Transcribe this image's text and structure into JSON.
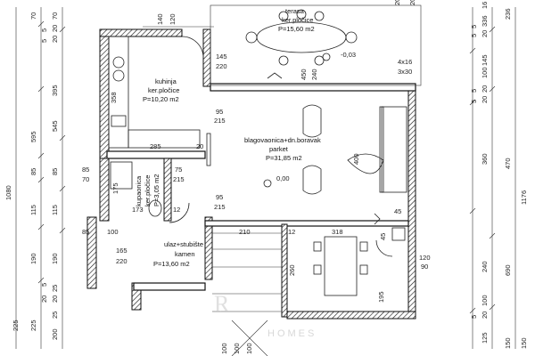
{
  "rooms": {
    "terasa": {
      "name": "terasa",
      "floor": "ker.pločice",
      "area": "P=15,60 m2"
    },
    "kuhinja": {
      "name": "kuhinja",
      "floor": "ker.pločice",
      "area": "P=10,20 m2"
    },
    "boravak": {
      "name": "blagovaonica+dn.boravak",
      "floor": "parket",
      "area": "P=31,85 m2"
    },
    "kupaonica": {
      "name": "kupaonica",
      "floor": "ker.pločice",
      "area": "P=3,05 m2"
    },
    "ulaz": {
      "name": "ulaz+stubište",
      "floor": "kamen",
      "area": "P=13,60 m2"
    }
  },
  "levels": {
    "terrace": "-0,03",
    "main": "0,00"
  },
  "left_outer": [
    "1080"
  ],
  "left_mid": [
    "595",
    "85",
    "115",
    "190",
    "225",
    "225"
  ],
  "left_inner": [
    "395",
    "545",
    "85",
    "115",
    "190",
    "25",
    "5",
    "20",
    "20",
    "25",
    "200"
  ],
  "left_top": [
    "70",
    "70",
    "20",
    "5",
    "20",
    "5"
  ],
  "top_marks": [
    "140",
    "120",
    "20",
    "20"
  ],
  "right_outer": [
    "1176"
  ],
  "right_mid": [
    "236",
    "470",
    "690",
    "150"
  ],
  "right_inner": [
    "16",
    "20",
    "5",
    "5",
    "336",
    "145",
    "100",
    "20",
    "5",
    "20",
    "5",
    "360",
    "240",
    "100",
    "125",
    "5",
    "20",
    "150"
  ],
  "inner_dims": {
    "k_w": "145",
    "k_h": "220",
    "t_w": "450",
    "t_h": "240",
    "k_358": "358",
    "k_285": "285",
    "k_20": "20",
    "d95a": "95",
    "d215a": "215",
    "d95b": "95",
    "d215b": "215",
    "b_400": "400",
    "b_45a": "45",
    "b_45b": "45",
    "win_a": "4x16",
    "win_b": "3x30",
    "kp_85": "85",
    "kp_70": "70",
    "kp_75": "75",
    "kp_215": "215",
    "kp_175": "175",
    "kp_173": "173",
    "kp_12": "12",
    "u_85": "85",
    "u_100": "100",
    "u_165": "165",
    "u_220": "220",
    "u_210": "210",
    "u_12": "12",
    "u_318": "318",
    "u_260": "260",
    "u_195": "195",
    "u_120": "120",
    "u_90": "90",
    "st1": "100",
    "st2": "100",
    "st3": "100"
  },
  "watermark": {
    "main": "R",
    "sub": "HOMES"
  }
}
